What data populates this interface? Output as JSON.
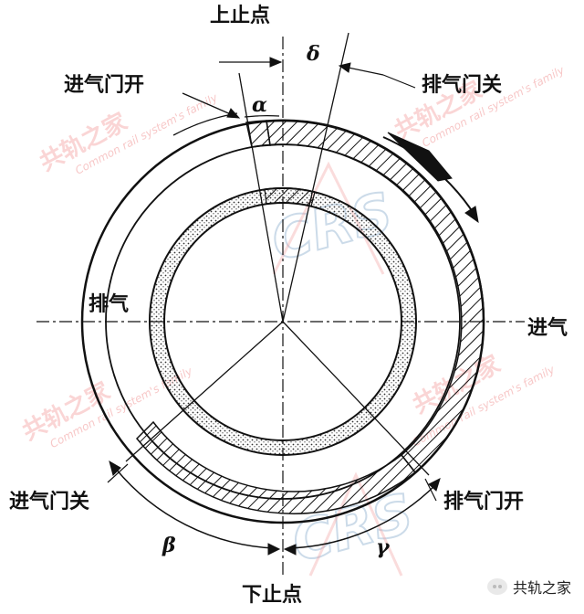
{
  "diagram": {
    "labels": {
      "top_dead_center": "上止点",
      "bottom_dead_center": "下止点",
      "intake_open": "进气门开",
      "exhaust_close": "排气门关",
      "intake_close": "进气门关",
      "exhaust_open": "排气门开",
      "exhaust": "排气",
      "intake": "进气"
    },
    "angles": {
      "alpha": "α",
      "delta": "δ",
      "beta": "β",
      "gamma": "γ"
    }
  },
  "watermark": {
    "brand_cn": "共轨之家",
    "brand_en": "Common rail system's family",
    "logo_text": "CRS",
    "account_label": "共轨之家",
    "icon": "wechat-icon"
  },
  "colors": {
    "line": "#111111",
    "watermark_red": "#f29a9a",
    "watermark_blue": "#8fb1cf"
  }
}
